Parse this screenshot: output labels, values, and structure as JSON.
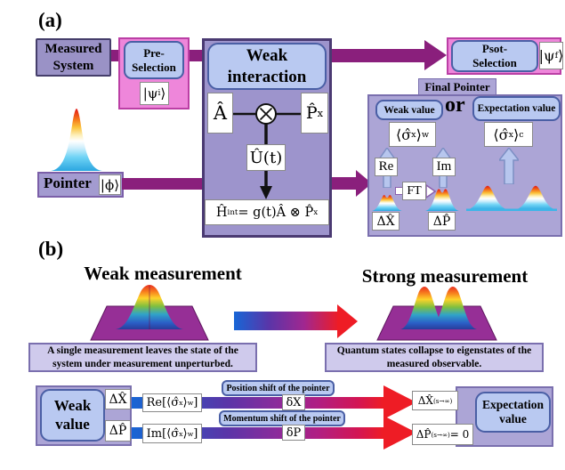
{
  "colors": {
    "accent_purple": "#8a1f7c",
    "box_purple": "#9a92c6",
    "panel_purple": "#aca5d6",
    "chip_blue": "#b9c9f1",
    "pink": "#ee86da",
    "red_arrow": "#ee1c25"
  },
  "panel_a": {
    "label": "(a)",
    "measured_system": "Measured System",
    "pre_selection_line1": "Pre-",
    "pre_selection_line2": "Selection",
    "post_selection_line1": "Psot-",
    "post_selection_line2": "Selection",
    "weak_interaction": "Weak interaction",
    "pointer_label": "Pointer",
    "final_pointer_tab": "Final Pointer",
    "weak_value_chip": "Weak value",
    "or": "or",
    "expectation_chip": "Expectation value",
    "re": "Re",
    "im": "Im",
    "ft": "FT"
  },
  "panel_b": {
    "label": "(b)",
    "weak_title": "Weak measurement",
    "weak_caption": "A single measurement leaves the state of the system under measurement unperturbed.",
    "strong_title": "Strong measurement",
    "strong_caption": "Quantum states collapse to eigenstates of the measured observable.",
    "weak_value_chip": "Weak value",
    "position_shift": "Position shift of the pointer",
    "momentum_shift": "Momentum shift of the pointer",
    "expectation_chip": "Expectation value"
  },
  "math": {
    "psi_i": [
      [
        "|ψ"
      ],
      [
        "i",
        1
      ],
      [
        "⟩"
      ]
    ],
    "psi_f": [
      [
        "|ψ"
      ],
      [
        "f",
        1
      ],
      [
        "⟩"
      ]
    ],
    "op_a": [
      [
        "Â"
      ]
    ],
    "op_p": [
      [
        "P̂"
      ],
      [
        "x",
        1
      ]
    ],
    "u_t": [
      [
        "Û(t)"
      ]
    ],
    "h_int": [
      [
        "Ĥ"
      ],
      [
        "int",
        1
      ],
      [
        " = g(t)Â ⊗ P̂"
      ],
      [
        "x",
        1
      ]
    ],
    "phi": [
      [
        "|ϕ⟩"
      ]
    ],
    "sigma_w": [
      [
        "⟨σ̂"
      ],
      [
        "x",
        1
      ],
      [
        "⟩"
      ],
      [
        "w",
        1
      ]
    ],
    "sigma_c": [
      [
        "⟨σ̂"
      ],
      [
        "x",
        1
      ],
      [
        "⟩"
      ],
      [
        "c",
        1
      ]
    ],
    "dx": [
      [
        "ΔX̂"
      ]
    ],
    "dp": [
      [
        "ΔP̂"
      ]
    ],
    "re_sigma": [
      [
        "Re[⟨σ̂"
      ],
      [
        "x",
        1
      ],
      [
        "⟩"
      ],
      [
        "w",
        1
      ],
      [
        "]"
      ]
    ],
    "im_sigma": [
      [
        "Im[⟨σ̂"
      ],
      [
        "x",
        1
      ],
      [
        "⟩"
      ],
      [
        "w",
        1
      ],
      [
        "]"
      ]
    ],
    "delta_x": [
      [
        "δX"
      ]
    ],
    "delta_p": [
      [
        "δP"
      ]
    ],
    "dx_inf": [
      [
        "ΔX̂"
      ],
      [
        "(s→∞)",
        1
      ]
    ],
    "dp_inf": [
      [
        "ΔP̂"
      ],
      [
        "(s→∞)",
        1
      ],
      [
        " = 0"
      ]
    ]
  }
}
